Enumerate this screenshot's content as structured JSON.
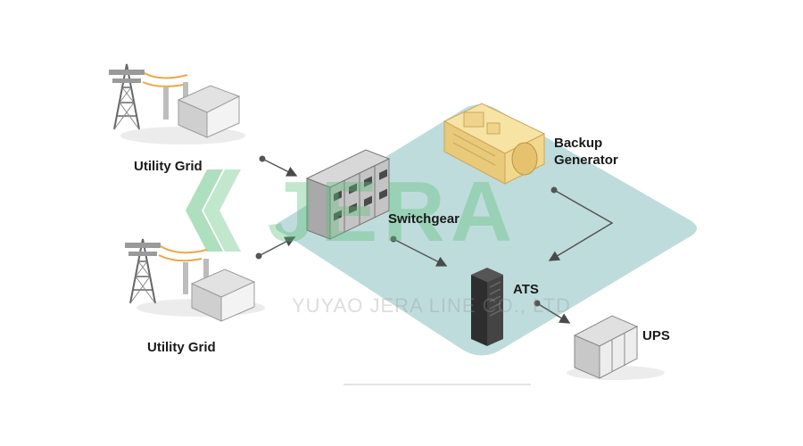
{
  "labels": {
    "utility_grid_top": "Utility Grid",
    "utility_grid_bottom": "Utility Grid",
    "switchgear": "Switchgear",
    "backup_line1": "Backup",
    "backup_line2": "Generator",
    "ats": "ATS",
    "ups": "UPS"
  },
  "watermark": {
    "logo": "JERA",
    "company": "YUYAO JERA LINE CO., LTD"
  },
  "colors": {
    "platform": "#bfdcdc",
    "watermark_green": "#5bbf78",
    "generator": "#f2d88c",
    "connector": "#5a5a5a"
  }
}
